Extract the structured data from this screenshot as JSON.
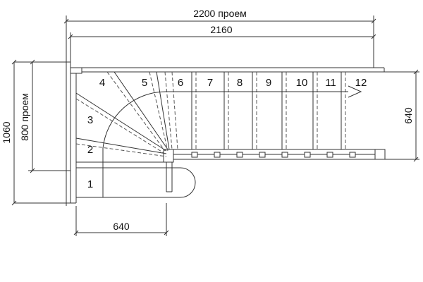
{
  "dimensions": {
    "opening_width": "2200 проем",
    "total_width": "2160",
    "flight_width": "640",
    "bottom_width": "640",
    "total_depth": "1060",
    "opening_depth": "800 проем"
  },
  "steps": [
    "1",
    "2",
    "3",
    "4",
    "5",
    "6",
    "7",
    "8",
    "9",
    "10",
    "11",
    "12"
  ],
  "colors": {
    "line": "#333333",
    "text": "#111111"
  }
}
